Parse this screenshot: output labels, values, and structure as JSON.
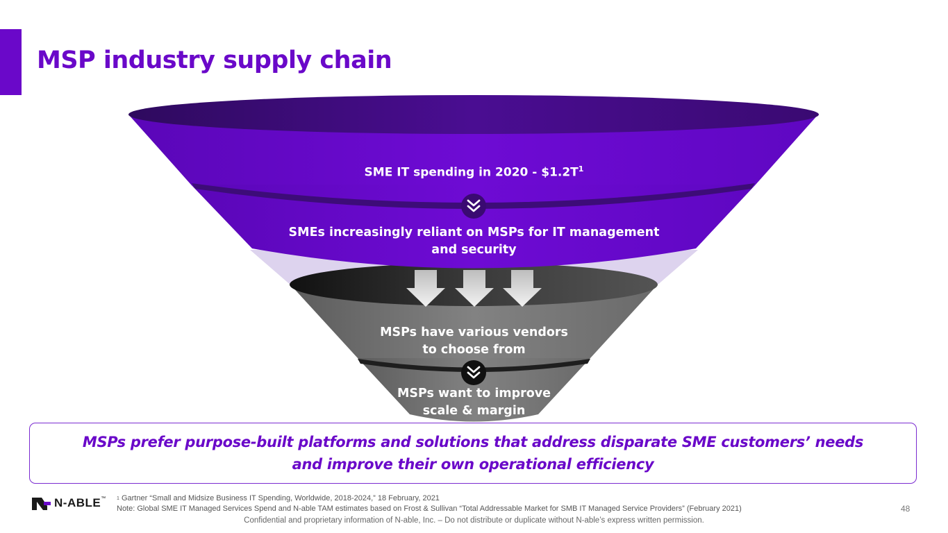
{
  "slide": {
    "title": "MSP industry supply chain",
    "page_number": "48"
  },
  "funnel": {
    "stage1": {
      "text": "SME IT spending in 2020 - $1.2T",
      "superscript": "1"
    },
    "stage2": {
      "line1": "SMEs increasingly reliant on MSPs for IT management",
      "line2": "and security"
    },
    "stage3": {
      "line1": "MSPs have various vendors",
      "line2": "to choose from"
    },
    "stage4": {
      "line1": "MSPs want to improve",
      "line2": "scale & margin"
    },
    "chevron_icon": "double-chevron-down-icon",
    "arrow_icon": "arrow-down-icon"
  },
  "callout": {
    "line1": "MSPs prefer purpose-built platforms and solutions that address disparate SME customers’ needs",
    "line2": "and improve their own operational efficiency"
  },
  "footer": {
    "logo_text": "N-ABLE",
    "logo_trademark": "™",
    "footnote_marker": "1",
    "footnote_1": "Gartner “Small and Midsize Business IT Spending, Worldwide, 2018-2024,” 18 February, 2021",
    "footnote_2": "Note: Global SME IT Managed Services Spend and N-able TAM estimates based on Frost & Sullivan “Total Addressable Market for SMB IT Managed Service Providers” (February 2021)",
    "confidential": "Confidential and proprietary information of N-able, Inc. – Do not distribute or duplicate without N-able’s express written permission."
  },
  "colors": {
    "brand_purple": "#6a08c9",
    "dark_purple": "#3a0a72",
    "gray_funnel": "#7a7a7a",
    "dark_gray": "#2a2a2a"
  }
}
